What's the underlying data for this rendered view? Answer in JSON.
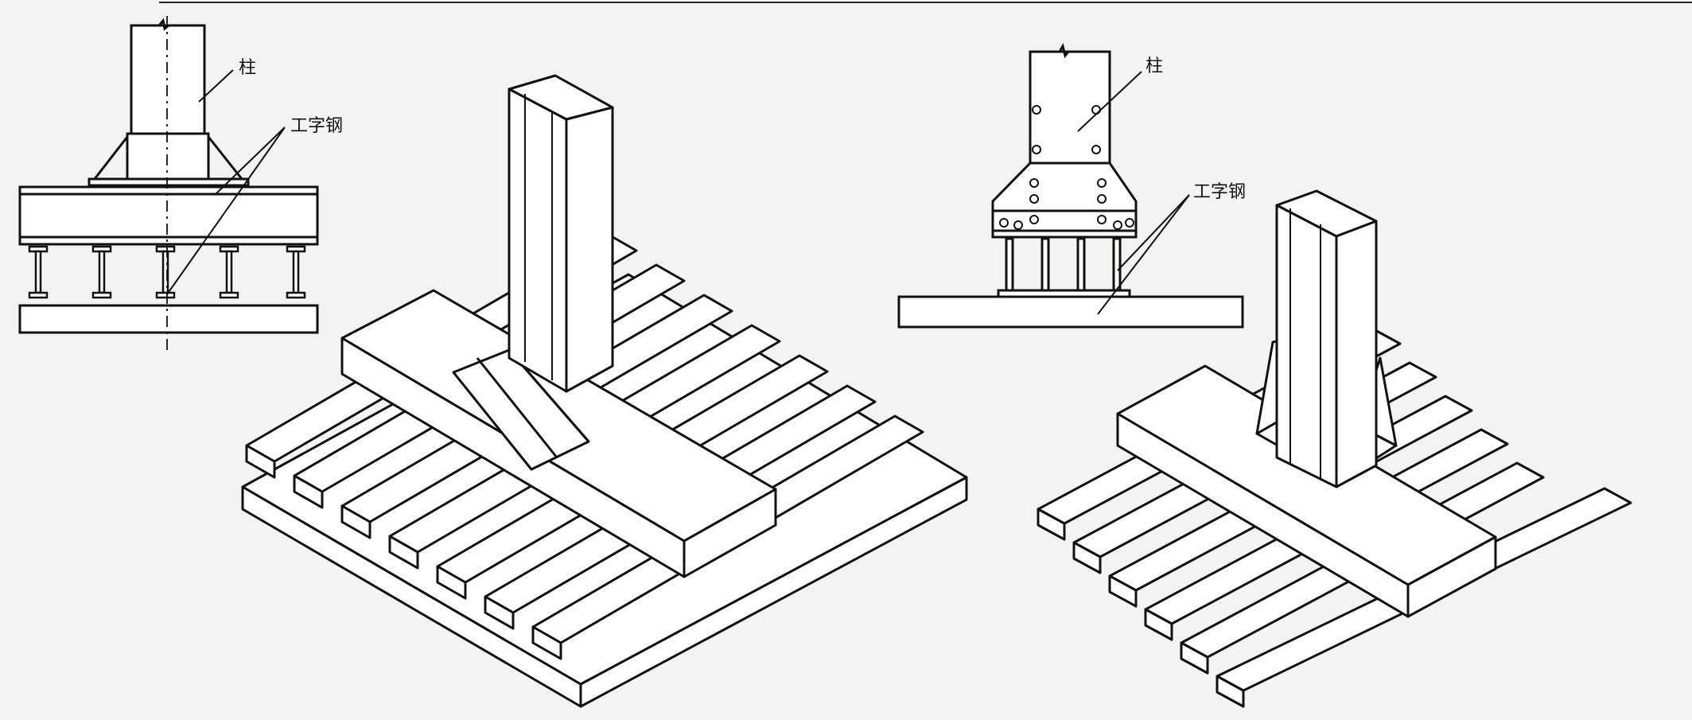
{
  "left_detail": {
    "column_label": "柱",
    "ibeam_label": "工字钢"
  },
  "right_detail": {
    "column_label": "柱",
    "ibeam_label": "工字钢"
  }
}
